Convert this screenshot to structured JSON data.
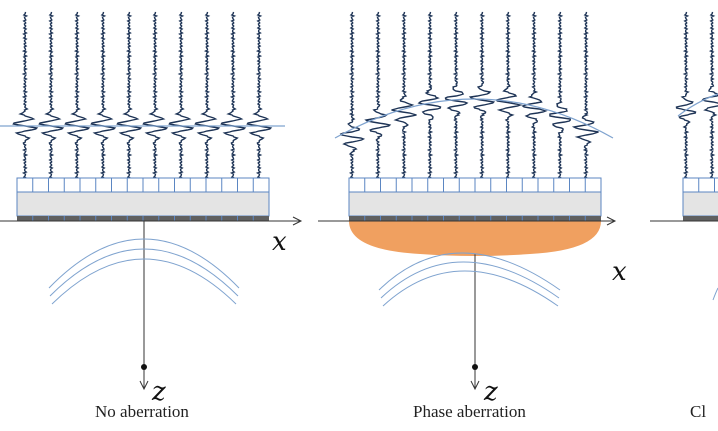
{
  "panels": [
    {
      "id": "no-aberration",
      "caption": "No aberration",
      "x_label": "x",
      "z_label": "z",
      "has_aberration_layer": false
    },
    {
      "id": "phase-aberration",
      "caption": "Phase aberration",
      "x_label": "x",
      "z_label": "z",
      "has_aberration_layer": true
    },
    {
      "id": "third",
      "caption": "Cl",
      "x_label": "",
      "z_label": "",
      "has_aberration_layer": false
    }
  ],
  "colors": {
    "wave": "#1e3456",
    "wavefront": "#7fa3cf",
    "transducer_outline": "#5b86c2",
    "transducer_fill": "#e4e4e4",
    "element_strip": "#606060",
    "aberration_layer": "#f0a060",
    "axis": "#333333"
  }
}
